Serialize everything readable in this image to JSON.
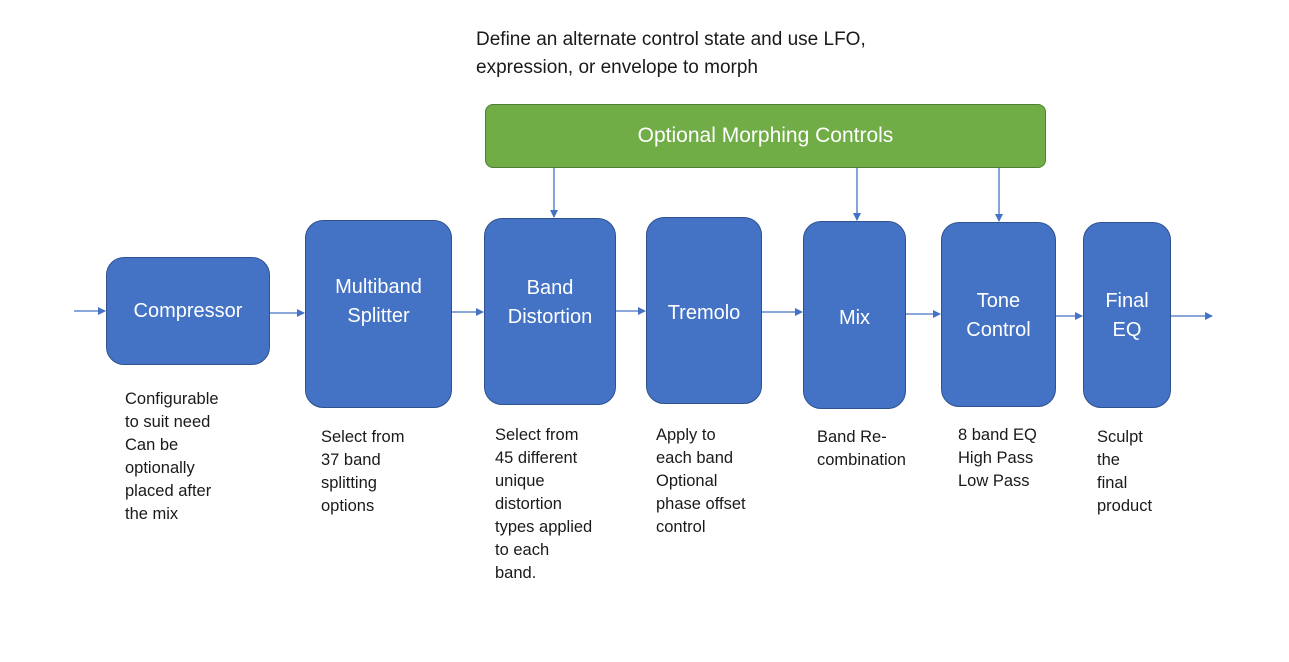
{
  "top_note": "Define an alternate control state and use LFO,\nexpression, or envelope to morph",
  "morphing": {
    "label": "Optional Morphing Controls",
    "color": "#70ad47"
  },
  "block_color": "#4472c4",
  "blocks": [
    {
      "label": "Compressor",
      "description": "Configurable\nto suit need\nCan be\noptionally\nplaced after\nthe mix"
    },
    {
      "label": "Multiband\nSplitter",
      "description": "Select from\n37 band\nsplitting\noptions"
    },
    {
      "label": "Band\nDistortion",
      "description": "Select from\n45 different\nunique\ndistortion\ntypes applied\nto each\nband."
    },
    {
      "label": "Tremolo",
      "description": "Apply to\neach band\nOptional\nphase offset\ncontrol"
    },
    {
      "label": "Mix",
      "description": "Band Re-\ncombination"
    },
    {
      "label": "Tone\nControl",
      "description": "8 band EQ\nHigh Pass\nLow Pass"
    },
    {
      "label": "Final\nEQ",
      "description": "Sculpt\nthe\nfinal\nproduct"
    }
  ]
}
